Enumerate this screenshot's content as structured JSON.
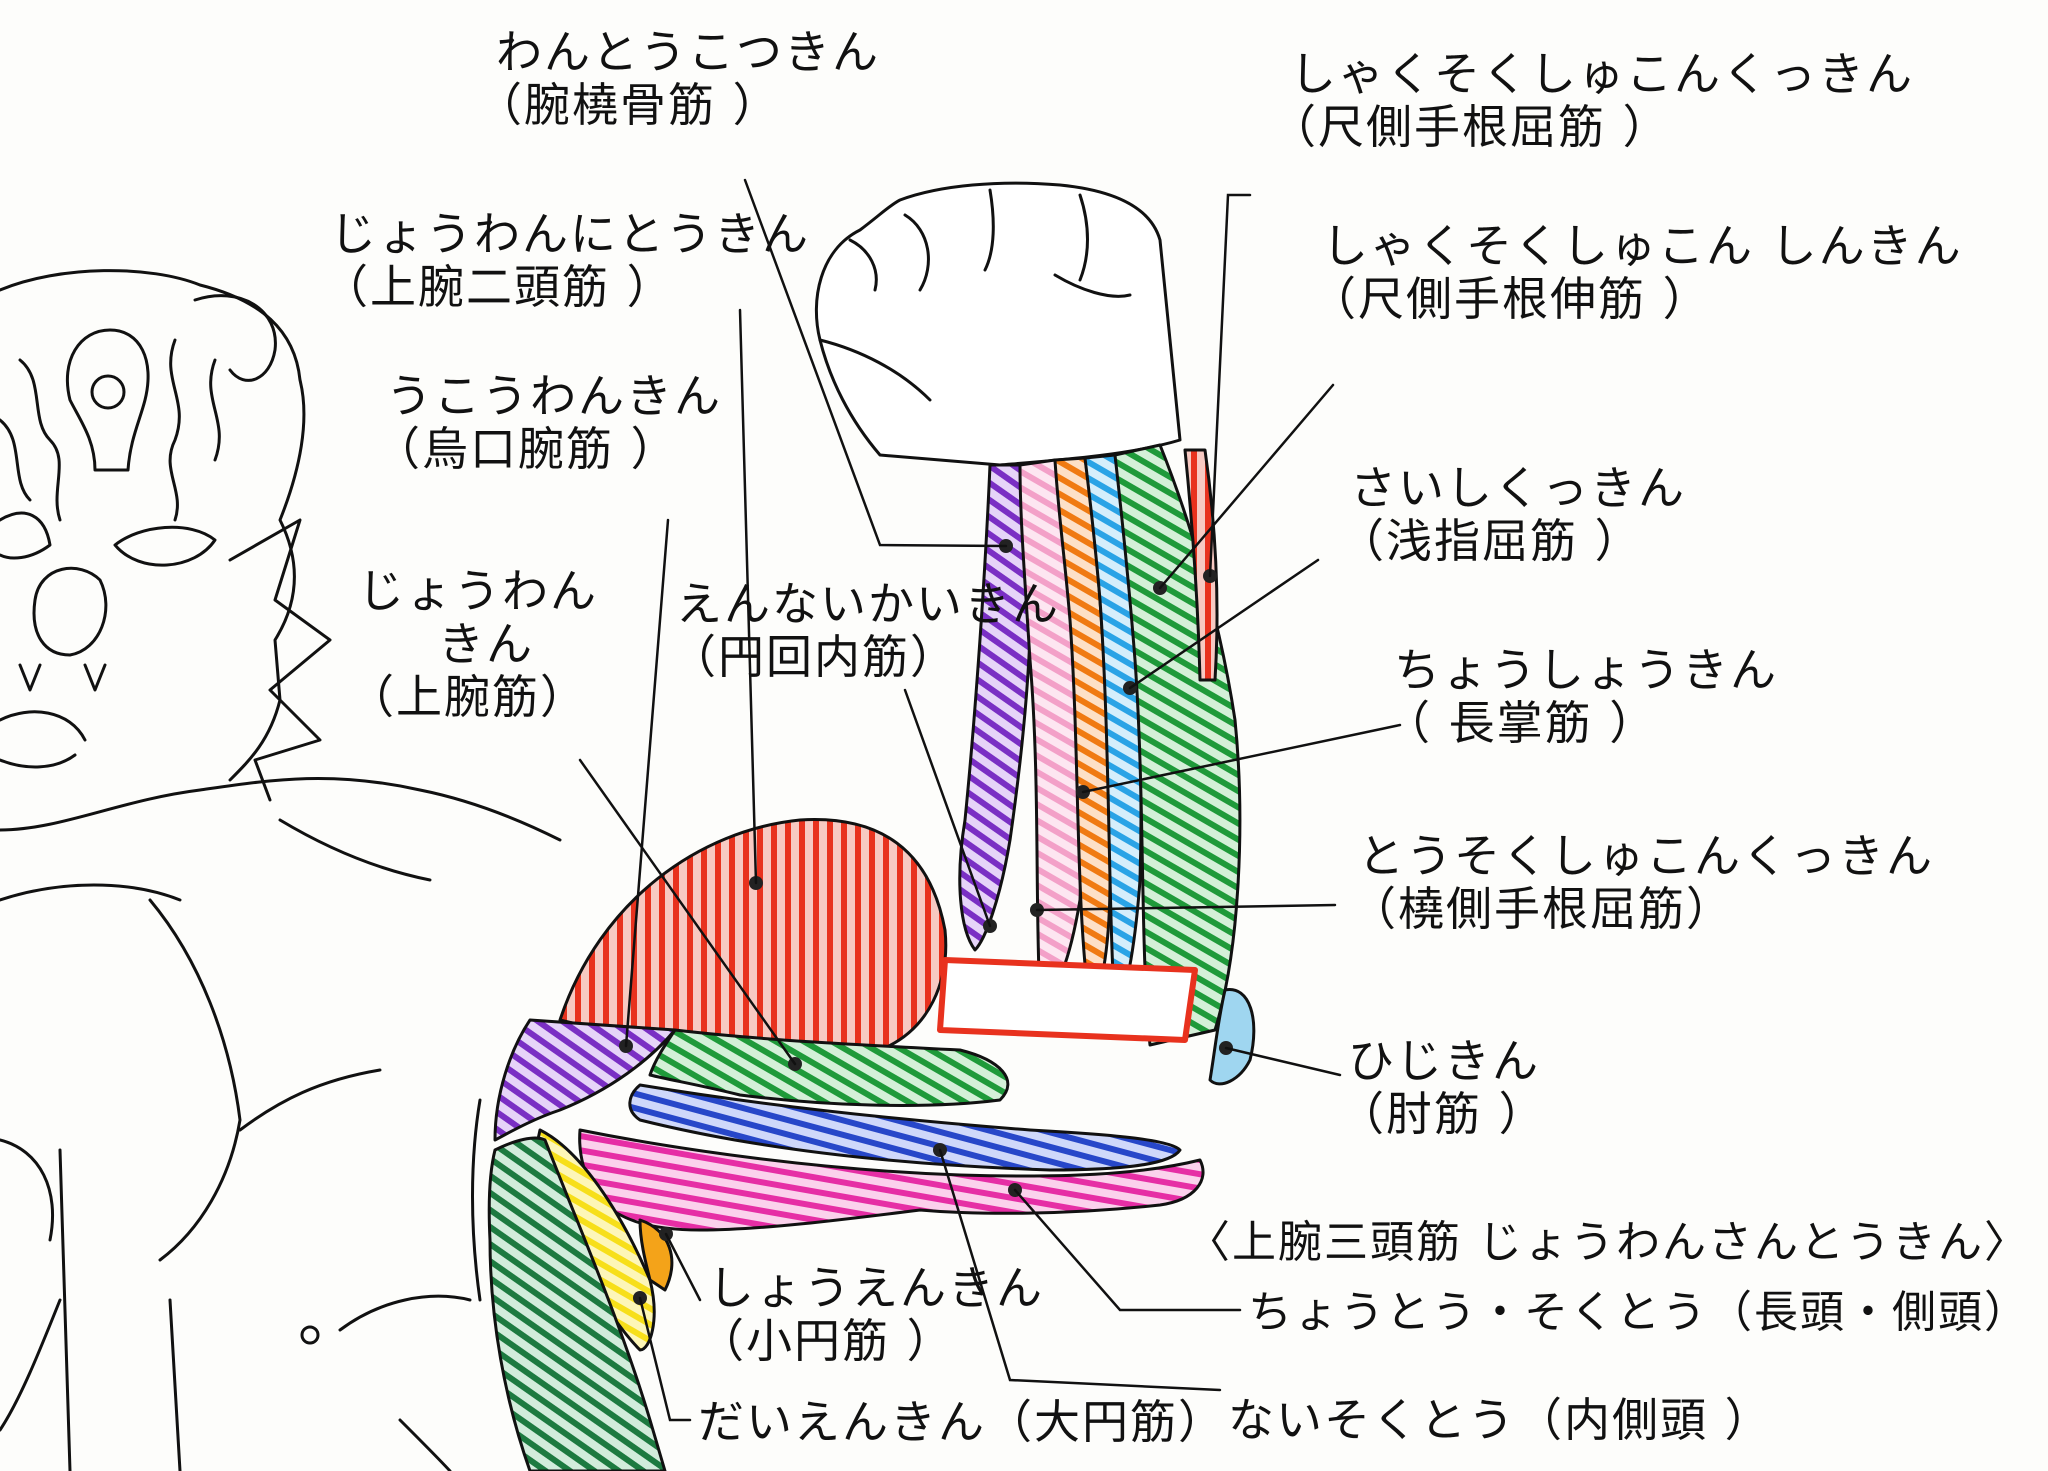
{
  "labels": {
    "brachioradialis": {
      "kana": "わんとうこつきん",
      "kanji": "（腕橈骨筋 ）"
    },
    "fcu": {
      "kana": "しゃくそくしゅこんくっきん",
      "kanji": "（尺側手根屈筋 ）"
    },
    "biceps": {
      "kana": "じょうわんにとうきん",
      "kanji": "（上腕二頭筋 ）"
    },
    "ecu": {
      "kana": "しゃくそくしゅこん しんきん",
      "kanji": "（尺側手根伸筋 ）"
    },
    "coracobrachialis": {
      "kana": "うこうわんきん",
      "kanji": "（烏口腕筋 ）"
    },
    "fds": {
      "kana": "さいしくっきん",
      "kanji": "（浅指屈筋 ）"
    },
    "brachialis": {
      "kana1": "じょうわん",
      "kana2": "きん",
      "kanji": "（上腕筋）"
    },
    "pronator": {
      "kana": "えんないかいきん",
      "kanji": "（円回内筋）"
    },
    "palmaris": {
      "kana": "ちょうしょうきん",
      "kanji": "（ 長掌筋 ）"
    },
    "fcr": {
      "kana": "とうそくしゅこんくっきん",
      "kanji": "（橈側手根屈筋）"
    },
    "anconeus": {
      "kana": "ひじきん",
      "kanji": "（肘筋 ）"
    },
    "triceps_header": "〈上腕三頭筋 じょうわんさんとうきん〉",
    "triceps_long_lateral": "ちょうとう・そくとう（長頭・側頭）",
    "teres_minor": {
      "kana": "しょうえんきん",
      "kanji": "（小円筋 ）"
    },
    "teres_major": "だいえんきん（大円筋）",
    "triceps_medial": "ないそくとう（内側頭 ）"
  },
  "colors": {
    "ink": "#111111",
    "red": "#e8321e",
    "green": "#1f9a3a",
    "purple": "#7a2fc4",
    "blue": "#2747c9",
    "magenta": "#e62ea5",
    "pink": "#f3a0c8",
    "orange": "#f07a12",
    "cyan": "#2aa3e6",
    "yellow": "#f7df1a",
    "dark_green": "#1d7a40",
    "light_blue": "#9fd6f0"
  }
}
